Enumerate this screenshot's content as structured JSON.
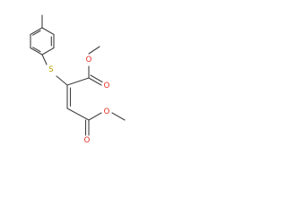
{
  "molecule": {
    "atoms": {
      "sulfur": {
        "symbol": "S",
        "color": "#b5a000"
      },
      "o_ester1_single": {
        "symbol": "O",
        "color": "#e8281e"
      },
      "o_ester1_double": {
        "symbol": "O",
        "color": "#e8281e"
      },
      "o_ester2_single": {
        "symbol": "O",
        "color": "#e8281e"
      },
      "o_ester2_double": {
        "symbol": "O",
        "color": "#e8281e"
      }
    },
    "bond_color": "#404040",
    "background": "#ffffff"
  }
}
